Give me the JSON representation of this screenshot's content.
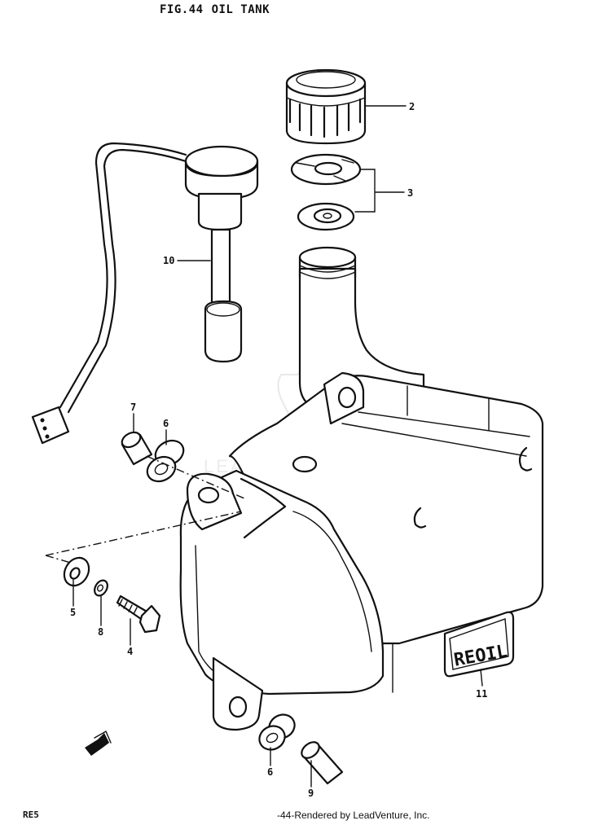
{
  "header": {
    "fig": "FIG.44",
    "name": "OIL TANK"
  },
  "callouts": [
    {
      "id": "2",
      "label": "2"
    },
    {
      "id": "3",
      "label": "3"
    },
    {
      "id": "10",
      "label": "10"
    },
    {
      "id": "7",
      "label": "7"
    },
    {
      "id": "6a",
      "label": "6"
    },
    {
      "id": "5",
      "label": "5"
    },
    {
      "id": "8",
      "label": "8"
    },
    {
      "id": "4",
      "label": "4"
    },
    {
      "id": "11",
      "label": "11"
    },
    {
      "id": "6b",
      "label": "6"
    },
    {
      "id": "9",
      "label": "9"
    }
  ],
  "decal_text": "REOIL",
  "watermark": "LEADVENTURE",
  "footer": {
    "model": "RE5",
    "rendered": "-44-Rendered by LeadVenture, Inc."
  }
}
